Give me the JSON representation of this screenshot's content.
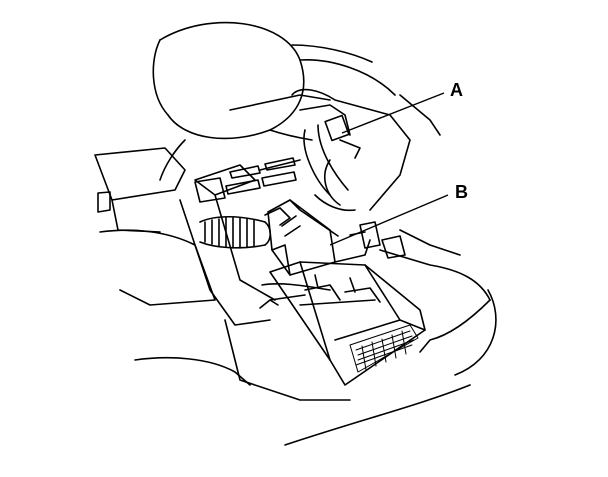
{
  "diagram": {
    "callouts": [
      {
        "id": "A",
        "label": "A"
      },
      {
        "id": "B",
        "label": "B"
      }
    ],
    "line_color": "#000000",
    "background": "#ffffff"
  }
}
